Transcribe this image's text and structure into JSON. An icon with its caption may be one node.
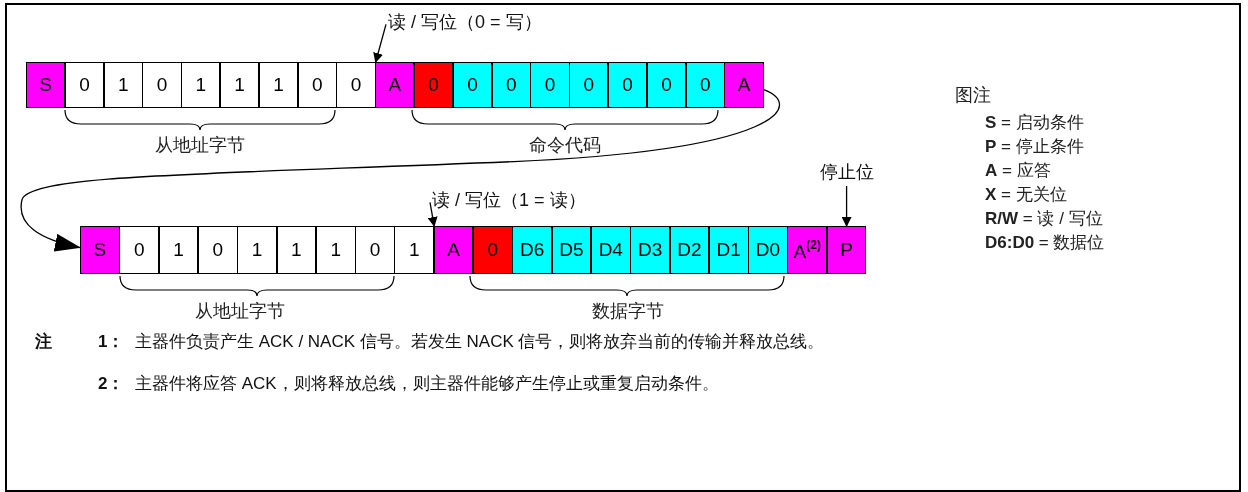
{
  "diagram": {
    "nodes": [
      {
        "text": [
          "读 / 写位（0 = 写）"
        ]
      },
      {
        "text": [
          "S"
        ]
      },
      {
        "text": [
          "0"
        ]
      },
      {
        "text": [
          "1"
        ]
      },
      {
        "text": [
          "0"
        ]
      },
      {
        "text": [
          "1"
        ]
      },
      {
        "text": [
          "1"
        ]
      },
      {
        "text": [
          "1"
        ]
      },
      {
        "text": [
          "0"
        ]
      },
      {
        "text": [
          "0"
        ]
      },
      {
        "text": [
          "A"
        ]
      },
      {
        "text": [
          "0"
        ]
      },
      {
        "text": [
          "0"
        ]
      },
      {
        "text": [
          "0"
        ]
      },
      {
        "text": [
          "0"
        ]
      },
      {
        "text": [
          "0"
        ]
      },
      {
        "text": [
          "0"
        ]
      },
      {
        "text": [
          "0"
        ]
      },
      {
        "text": [
          "0"
        ]
      },
      {
        "text": [
          "A"
        ]
      },
      {
        "text": [
          "停止位"
        ]
      },
      {
        "text": [
          "读 / 写位（1 = 读）"
        ]
      },
      {
        "text": [
          "S"
        ]
      },
      {
        "text": [
          "0"
        ]
      },
      {
        "text": [
          "1"
        ]
      },
      {
        "text": [
          "0"
        ]
      },
      {
        "text": [
          "1"
        ]
      },
      {
        "text": [
          "1"
        ]
      },
      {
        "text": [
          "1"
        ]
      },
      {
        "text": [
          "0"
        ]
      },
      {
        "text": [
          "1"
        ]
      },
      {
        "text": [
          "A"
        ]
      },
      {
        "text": [
          "0"
        ]
      },
      {
        "text": [
          "D6"
        ]
      },
      {
        "text": [
          "D5"
        ]
      },
      {
        "text": [
          "D4"
        ]
      },
      {
        "text": [
          "D3"
        ]
      },
      {
        "text": [
          "D2"
        ]
      },
      {
        "text": [
          "D1"
        ]
      },
      {
        "text": [
          "D0"
        ]
      },
      {
        "text": [
          "A$^{(2)}$"
        ]
      },
      {
        "text": [
          "P"
        ]
      }
    ],
    "edges": [
      {
        "from": 0,
        "to": 9,
        "arrow": "to"
      },
      {
        "from": 19,
        "to": 22,
        "arrow": "to"
      },
      {
        "from": 21,
        "to": 30,
        "arrow": "to"
      },
      {
        "from": 20,
        "to": 41,
        "arrow": "to"
      }
    ],
    "labels": [
      "从地址字节",
      "命令代码",
      "图注",
      "**S** = 启动条件",
      "**P** = 停止条件",
      "**A** = 应答",
      "**X** = 无关位",
      "**R/W** = 读 / 写位",
      "**D6:D0** = 数据位",
      "从地址字节",
      "数据字节",
      "注",
      "1：",
      "主器件负责产生 ACK / NACK 信号。若发生 NACK 信号，则将放弃当前的传输并释放总线。",
      "2：",
      "主器件将应答 ACK，则将释放总线，则主器件能够产生停止或重复启动条件。"
    ]
  }
}
